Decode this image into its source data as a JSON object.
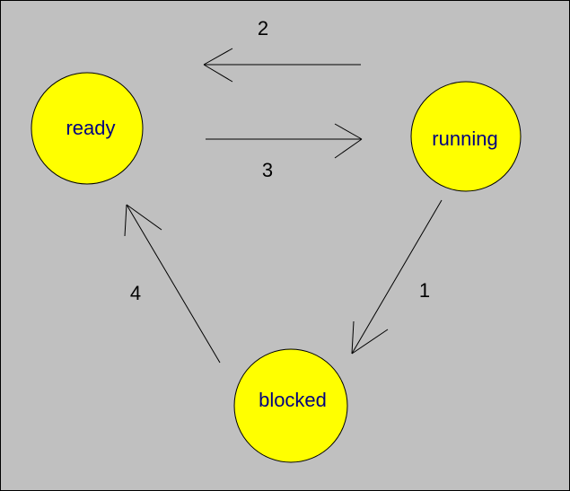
{
  "colors": {
    "background": "#c0c0c0",
    "node_fill": "#ffff00",
    "node_stroke": "#000000",
    "node_text": "#000080",
    "edge": "#000000"
  },
  "states": {
    "ready": "ready",
    "running": "running",
    "blocked": "blocked"
  },
  "transitions": [
    {
      "label": "2",
      "from": "running",
      "to": "ready"
    },
    {
      "label": "3",
      "from": "ready",
      "to": "running"
    },
    {
      "label": "1",
      "from": "running",
      "to": "blocked"
    },
    {
      "label": "4",
      "from": "blocked",
      "to": "ready"
    }
  ]
}
